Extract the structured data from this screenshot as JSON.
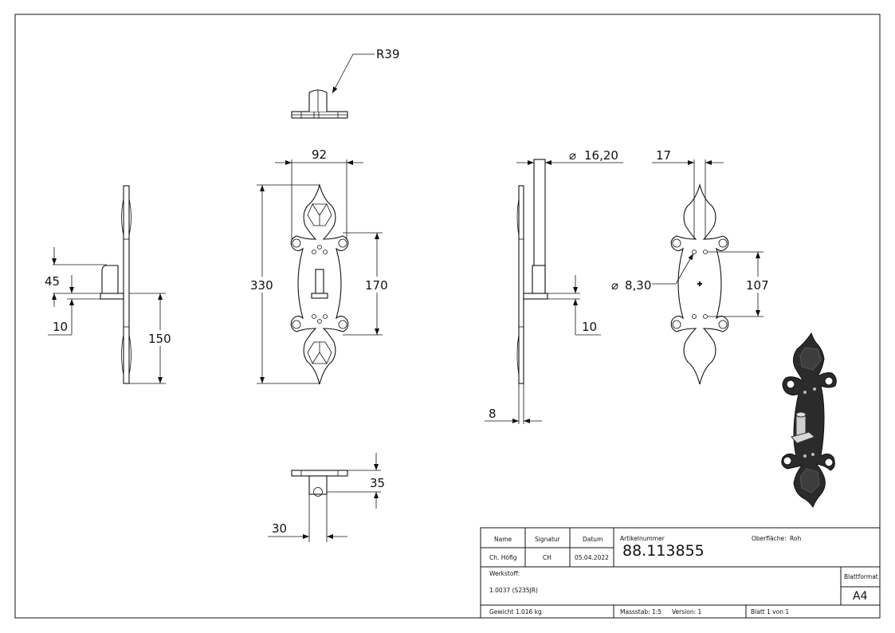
{
  "views": {
    "top": {
      "radius_label": "R39"
    },
    "side_left": {
      "dims": {
        "height_45": "45",
        "offset_10": "10",
        "height_150": "150"
      }
    },
    "front": {
      "dims": {
        "width_92": "92",
        "height_330": "330",
        "height_170": "170"
      }
    },
    "bottom": {
      "dims": {
        "height_35": "35",
        "width_30": "30"
      }
    },
    "side_right": {
      "dims": {
        "diameter": "16,20",
        "offset_10": "10",
        "thickness_8": "8"
      }
    },
    "back": {
      "dims": {
        "width_17": "17",
        "hole_diameter": "8,30",
        "height_107": "107"
      }
    }
  },
  "title_block": {
    "headers": {
      "name": "Name",
      "signatur": "Signatur",
      "datum": "Datum",
      "artikelnummer": "Artikelnummer",
      "oberflaeche": "Oberfläche:",
      "oberflaeche_value": "Roh"
    },
    "values": {
      "name": "Ch. Höfig",
      "signatur": "CH",
      "datum": "05.04.2022",
      "artikelnummer": "88.113855"
    },
    "werkstoff_label": "Werkstoff:",
    "werkstoff_value": "1.0037 (S235JR)",
    "blattformat_label": "Blattformat",
    "blattformat_value": "A4",
    "gewicht": "Gewicht 1.016 kg",
    "massstab": "Massstab: 1:5",
    "version": "Version: 1",
    "blatt": "Blatt 1 von 1"
  },
  "symbols": {
    "diameter_symbol": "⌀"
  }
}
